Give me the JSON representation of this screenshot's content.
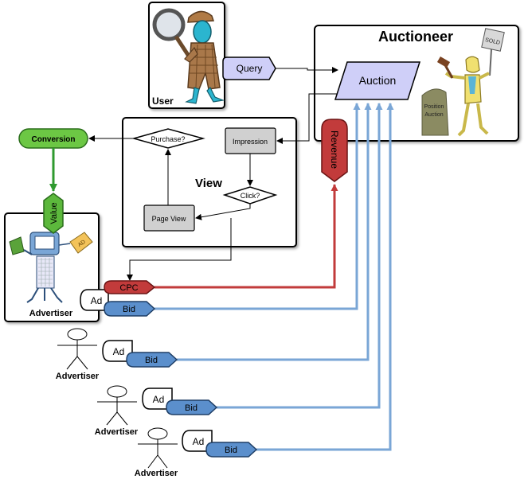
{
  "user": {
    "label": "User"
  },
  "query": {
    "label": "Query"
  },
  "auctioneer": {
    "title": "Auctioneer",
    "sold_sign": "SOLD"
  },
  "auction": {
    "label": "Auction"
  },
  "position_auction": {
    "line1": "Position",
    "line2": "Auction"
  },
  "view": {
    "title": "View",
    "purchase": "Purchase?",
    "impression": "Impression",
    "click": "Click?",
    "page_view": "Page View"
  },
  "conversion": {
    "label": "Conversion"
  },
  "value": {
    "label": "Value"
  },
  "revenue": {
    "label": "Revenue"
  },
  "advertisers": [
    {
      "name": "Advertiser",
      "ad": "Ad",
      "bid": "Bid",
      "cpc": "CPC",
      "ad_tag": "AD"
    },
    {
      "name": "Advertiser",
      "ad": "Ad",
      "bid": "Bid"
    },
    {
      "name": "Advertiser",
      "ad": "Ad",
      "bid": "Bid"
    },
    {
      "name": "Advertiser",
      "ad": "Ad",
      "bid": "Bid"
    }
  ],
  "colors": {
    "query_fill": "#cfcff8",
    "auction_fill": "#cfcff8",
    "revenue_fill": "#c23b3b",
    "cpc_fill": "#c23b3b",
    "bid_fill": "#5b8fcc",
    "bid_line": "#7aa6d6",
    "revenue_line": "#c23b3b",
    "conversion_fill": "#6cc744",
    "value_fill": "#5cb83c",
    "node_gray": "#d0d0d0"
  }
}
